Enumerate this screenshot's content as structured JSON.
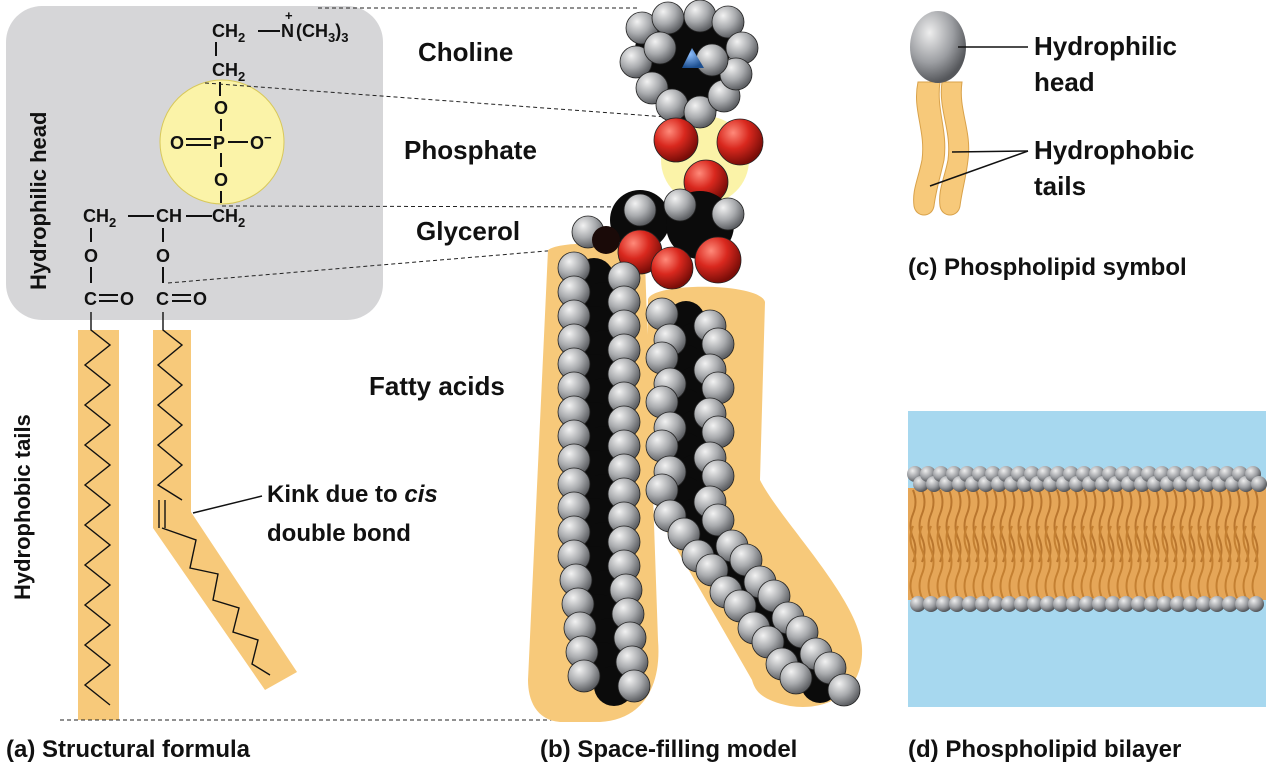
{
  "panels": {
    "a": "(a) Structural formula",
    "b": "(b) Space-filling model",
    "c": "(c) Phospholipid symbol",
    "d": "(d) Phospholipid bilayer"
  },
  "regions": {
    "head": "Hydrophilic head",
    "tails": "Hydrophobic tails"
  },
  "parts": {
    "choline": "Choline",
    "phosphate": "Phosphate",
    "glycerol": "Glycerol",
    "fatty_acids": "Fatty acids"
  },
  "kink": {
    "line1_pre": "Kink due to ",
    "line1_italic": "cis",
    "line2": "double bond"
  },
  "symbol": {
    "head_l1": "Hydrophilic",
    "head_l2": "head",
    "tails_l1": "Hydrophobic",
    "tails_l2": "tails"
  },
  "formula": {
    "ch2": "CH",
    "sub2": "2",
    "n": "N",
    "plus": "+",
    "methyl": "(CH",
    "sub3": "3",
    "close": ")",
    "o": "O",
    "p": "P",
    "o_minus": "O",
    "minus": "−",
    "ch": "CH",
    "c": "C",
    "eq": "="
  },
  "colors": {
    "head_box": "#d6d6d8",
    "phosphate_circle": "#fbf3a8",
    "tail_fill": "#f7c97a",
    "water": "#a7d8ef",
    "atom_gray": "#a6a8ab",
    "atom_red": "#d9281e",
    "atom_blue": "#2f6fb5"
  }
}
